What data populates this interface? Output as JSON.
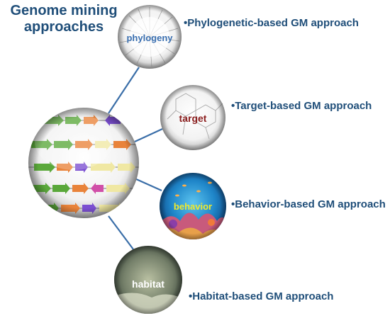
{
  "title": "Genome mining approaches",
  "nodes": {
    "phylogeny": {
      "caption": "phylogeny",
      "color": "#3a6fb0"
    },
    "target": {
      "caption": "target",
      "color": "#8b1e1e"
    },
    "behavior": {
      "caption": "behavior",
      "color": "#f2ea2a"
    },
    "habitat": {
      "caption": "habitat",
      "color": "#ffffff"
    },
    "genome": {
      "caption": ""
    }
  },
  "labels": {
    "phylogenetic": "•Phylogenetic-based GM approach",
    "target": "•Target-based GM approach",
    "behavior": "•Behavior-based GM approach",
    "habitat": "•Habitat-based GM approach"
  },
  "colors": {
    "connector": "#3a6ea8",
    "label_text": "#1f4e79"
  }
}
